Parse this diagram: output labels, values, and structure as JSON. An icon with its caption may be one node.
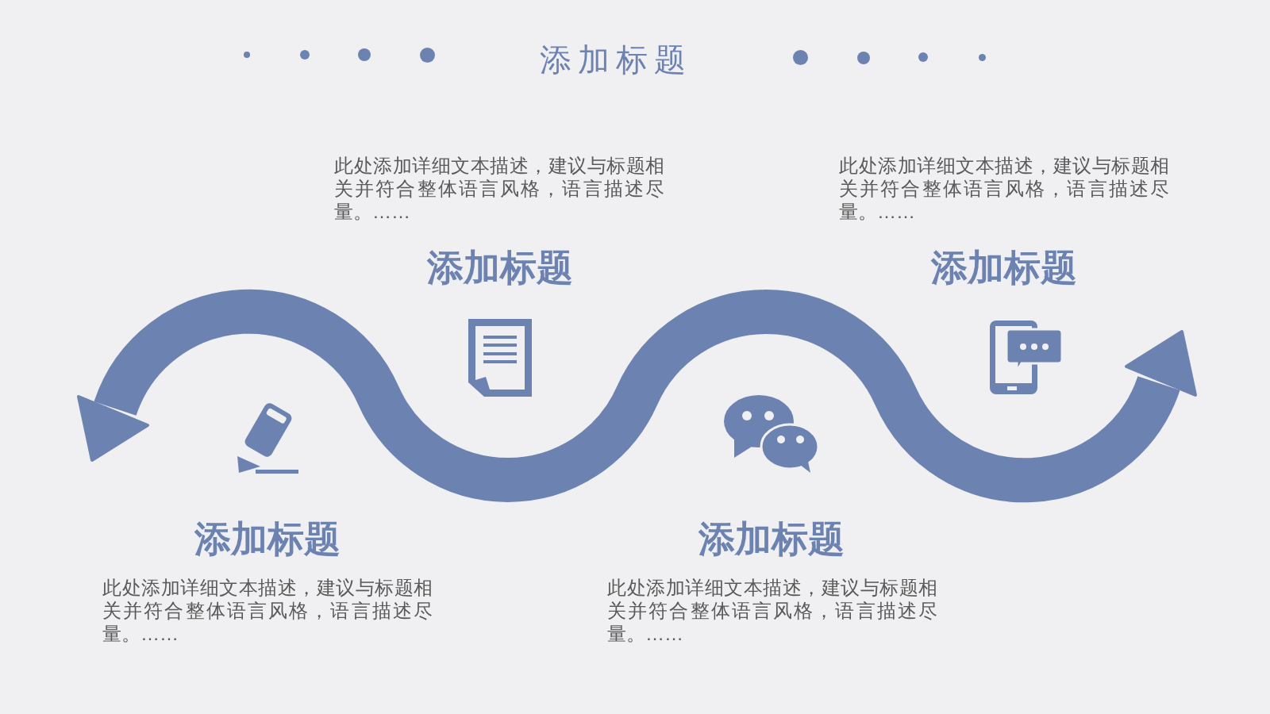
{
  "diagram": {
    "title": "添加标题",
    "labels": [
      "此处添加详细文本描述，建议与标题相关并符合整体语言风格，语言描述尽量。……",
      "此处添加详细文本描述，建议与标题相关并符合整体语言风格，语言描述尽量。……",
      "添加标题",
      "添加标题",
      "添加标题",
      "添加标题",
      "此处添加详细文本描述，建议与标题相关并符合整体语言风格，语言描述尽量。……",
      "此处添加详细文本描述，建议与标题相关并符合整体语言风格，语言描述尽量。……"
    ]
  }
}
